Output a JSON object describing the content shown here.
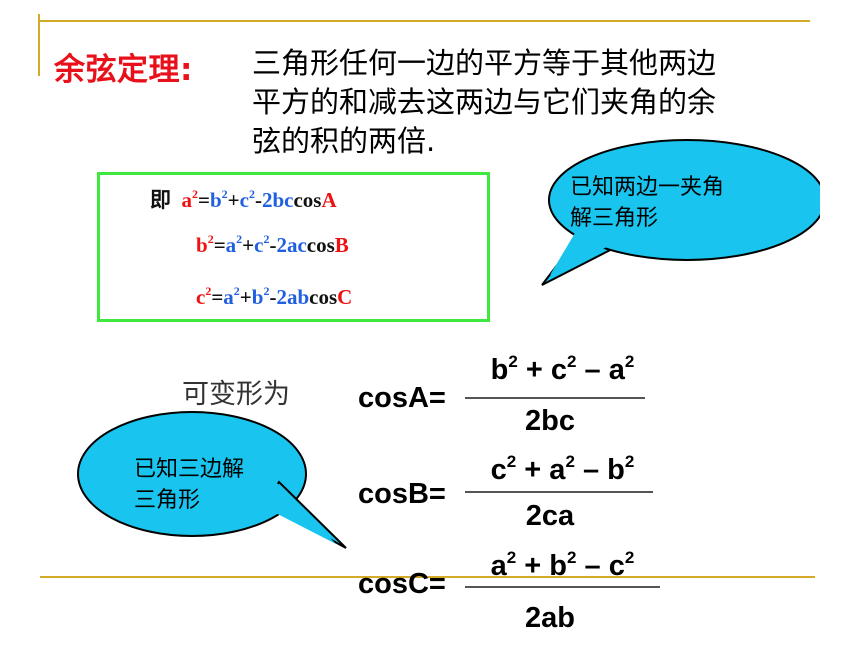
{
  "title": "余弦定理:",
  "statement": [
    "三角形任何一边的平方等于其他两边",
    "平方的和减去这两边与它们夹角的余",
    "弦的积的两倍."
  ],
  "formulas": {
    "lead": "即",
    "row1": {
      "a": "a",
      "eq": "=",
      "b": "b",
      "plus": "+",
      "c": "c",
      "minus": "-",
      "coef": "2",
      "v1": "b",
      "v2": "c",
      "cos": "cos",
      "angle": "A"
    },
    "row2": {
      "a": "b",
      "eq": "=",
      "b": "a",
      "plus": "+",
      "c": "c",
      "minus": "-",
      "coef": "2",
      "v1": "a",
      "v2": "c",
      "cos": "cos",
      "angle": "B"
    },
    "row3": {
      "a": "c",
      "eq": "=",
      "b": "a",
      "plus": "+",
      "c": "b",
      "minus": "-",
      "coef": "2",
      "v1": "a",
      "v2": "b",
      "cos": "cos",
      "angle": "C"
    },
    "sq": "2"
  },
  "bubble_top": [
    "已知两边一夹角",
    "解三角形"
  ],
  "bubble_bottom": [
    "已知三边解",
    "三角形"
  ],
  "transform_label": "可变形为",
  "cos_formulas": [
    {
      "label": "cosA=",
      "t1": "b",
      "t2": "c",
      "t3": "a",
      "den": "2bc"
    },
    {
      "label": "cosB=",
      "t1": "c",
      "t2": "a",
      "t3": "b",
      "den": "2ca"
    },
    {
      "label": "cosC=",
      "t1": "a",
      "t2": "b",
      "t3": "c",
      "den": "2ab"
    }
  ],
  "ops": {
    "plus": "+",
    "minus": "–",
    "sq": "2"
  },
  "colors": {
    "title": "#e8101a",
    "accent_line": "#d4aa28",
    "box_border": "#3ee83e",
    "bubble": "#19c4ee",
    "red": "#ee1111",
    "blue": "#2060e0"
  }
}
